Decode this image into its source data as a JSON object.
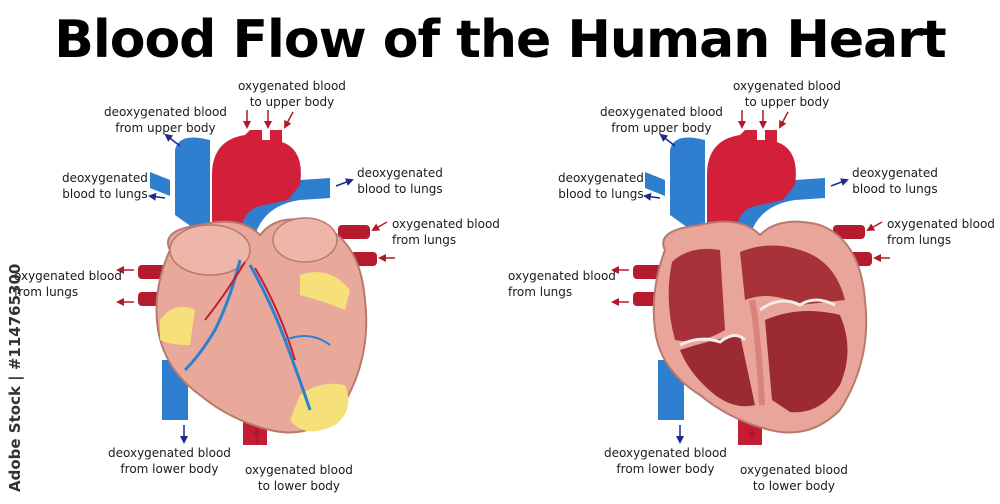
{
  "title": "Blood  Flow  of the Human Heart",
  "watermark": "Adobe Stock | #114765300",
  "colors": {
    "oxygenated_arrow": "#b0192a",
    "deoxygenated_arrow": "#1e2a8c",
    "aorta": "#d2203a",
    "vena_cava": "#2e7fd0",
    "muscle": "#e8a99a",
    "fat": "#f5e07a"
  },
  "left_heart": {
    "label_oxy_upper": "oxygenated blood\nto upper body",
    "label_deoxy_upper": "deoxygenated blood\nfrom upper body",
    "label_deoxy_lungs_left": "deoxygenated\nblood to lungs",
    "label_deoxy_lungs_right": "deoxygenated\nblood to lungs",
    "label_oxy_lungs_right": "oxygenated blood\nfrom lungs",
    "label_oxy_lungs_left": "oxygenated blood\nfrom lungs",
    "label_deoxy_lower": "deoxygenated blood\nfrom lower body",
    "label_oxy_lower": "oxygenated blood\nto lower body"
  },
  "right_heart": {
    "label_oxy_upper": "oxygenated blood\nto upper body",
    "label_deoxy_upper": "deoxygenated blood\nfrom upper body",
    "label_deoxy_lungs_left": "deoxygenated\nblood to lungs",
    "label_deoxy_lungs_right": "deoxygenated\nblood to lungs",
    "label_oxy_lungs_right": "oxygenated blood\nfrom lungs",
    "label_oxy_lungs_left": "oxygenated blood\nfrom lungs",
    "label_deoxy_lower": "deoxygenated blood\nfrom lower body",
    "label_oxy_lower": "oxygenated blood\nto lower body"
  }
}
